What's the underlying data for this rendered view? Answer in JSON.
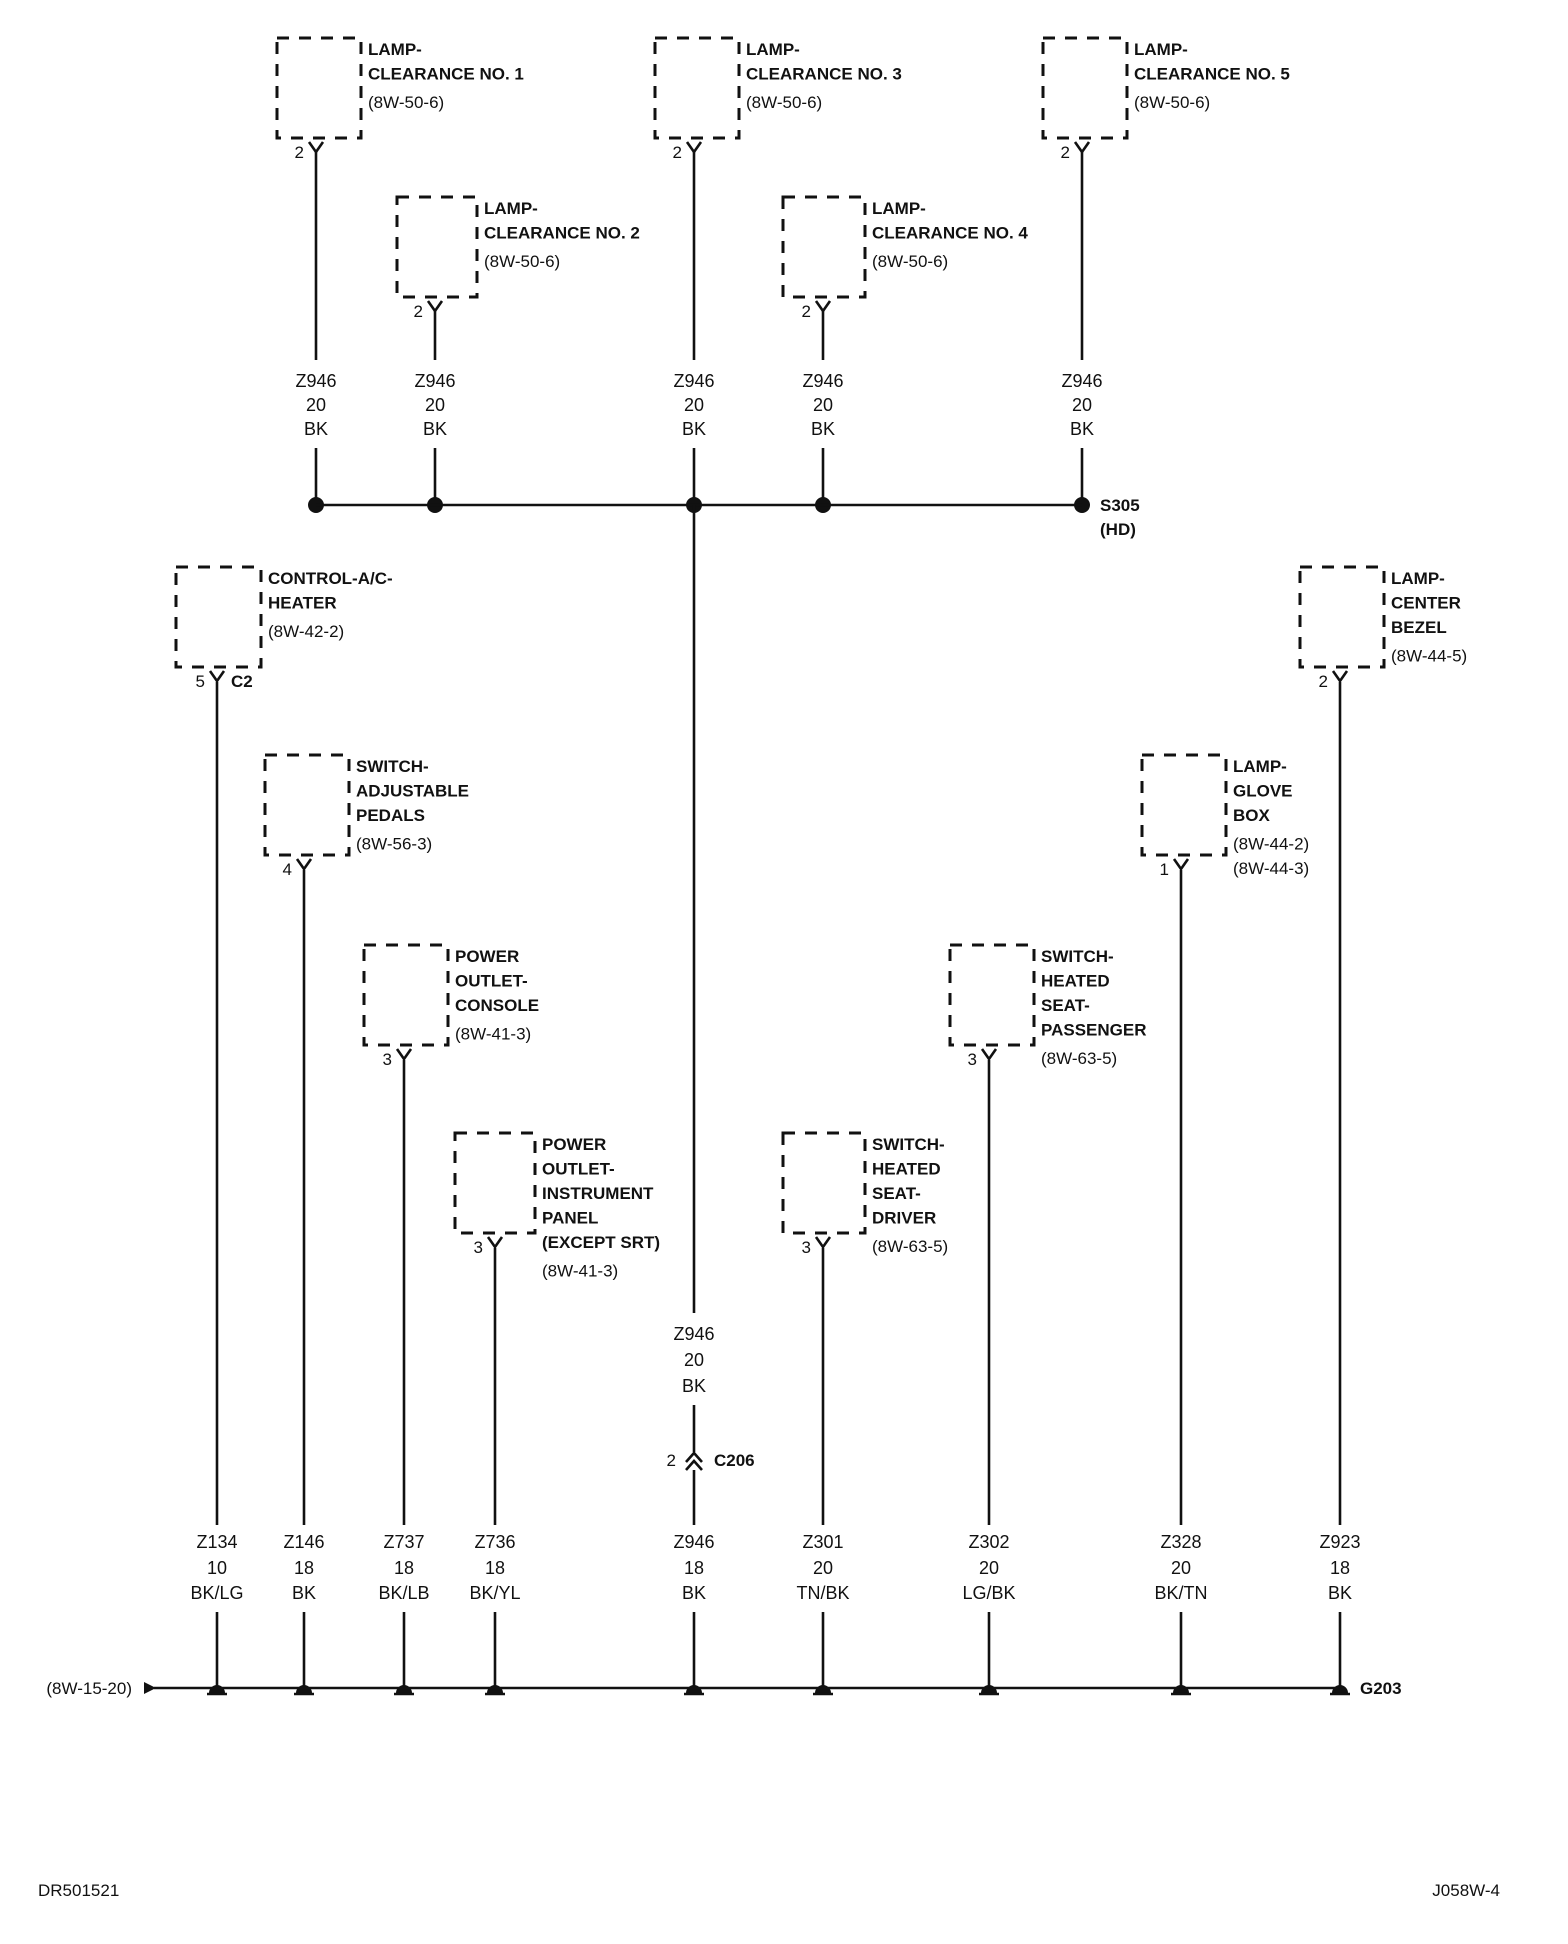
{
  "components": [
    {
      "id": "lamp-clearance-1",
      "lines": [
        "LAMP-",
        "CLEARANCE NO. 1"
      ],
      "refs": [
        "(8W-50-6)"
      ],
      "pin": "2",
      "connector": ""
    },
    {
      "id": "lamp-clearance-3",
      "lines": [
        "LAMP-",
        "CLEARANCE NO. 3"
      ],
      "refs": [
        "(8W-50-6)"
      ],
      "pin": "2",
      "connector": ""
    },
    {
      "id": "lamp-clearance-5",
      "lines": [
        "LAMP-",
        "CLEARANCE NO. 5"
      ],
      "refs": [
        "(8W-50-6)"
      ],
      "pin": "2",
      "connector": ""
    },
    {
      "id": "lamp-clearance-2",
      "lines": [
        "LAMP-",
        "CLEARANCE NO. 2"
      ],
      "refs": [
        "(8W-50-6)"
      ],
      "pin": "2",
      "connector": ""
    },
    {
      "id": "lamp-clearance-4",
      "lines": [
        "LAMP-",
        "CLEARANCE NO. 4"
      ],
      "refs": [
        "(8W-50-6)"
      ],
      "pin": "2",
      "connector": ""
    },
    {
      "id": "control-ac-heater",
      "lines": [
        "CONTROL-A/C-",
        "HEATER"
      ],
      "refs": [
        "(8W-42-2)"
      ],
      "pin": "5",
      "connector": "C2"
    },
    {
      "id": "lamp-center-bezel",
      "lines": [
        "LAMP-",
        "CENTER",
        "BEZEL"
      ],
      "refs": [
        "(8W-44-5)"
      ],
      "pin": "2",
      "connector": ""
    },
    {
      "id": "switch-adjustable-pedals",
      "lines": [
        "SWITCH-",
        "ADJUSTABLE",
        "PEDALS"
      ],
      "refs": [
        "(8W-56-3)"
      ],
      "pin": "4",
      "connector": ""
    },
    {
      "id": "lamp-glove-box",
      "lines": [
        "LAMP-",
        "GLOVE",
        "BOX"
      ],
      "refs": [
        "(8W-44-2)",
        "(8W-44-3)"
      ],
      "pin": "1",
      "connector": ""
    },
    {
      "id": "power-outlet-console",
      "lines": [
        "POWER",
        "OUTLET-",
        "CONSOLE"
      ],
      "refs": [
        "(8W-41-3)"
      ],
      "pin": "3",
      "connector": ""
    },
    {
      "id": "switch-heated-seat-passenger",
      "lines": [
        "SWITCH-",
        "HEATED",
        "SEAT-",
        "PASSENGER"
      ],
      "refs": [
        "(8W-63-5)"
      ],
      "pin": "3",
      "connector": ""
    },
    {
      "id": "power-outlet-instrument-panel",
      "lines": [
        "POWER",
        "OUTLET-",
        "INSTRUMENT",
        "PANEL",
        "(EXCEPT SRT)"
      ],
      "refs": [
        "(8W-41-3)"
      ],
      "pin": "3",
      "connector": ""
    },
    {
      "id": "switch-heated-seat-driver",
      "lines": [
        "SWITCH-",
        "HEATED",
        "SEAT-",
        "DRIVER"
      ],
      "refs": [
        "(8W-63-5)"
      ],
      "pin": "3",
      "connector": ""
    }
  ],
  "upper_wires": [
    {
      "circuit": "Z946",
      "gauge": "20",
      "color": "BK"
    },
    {
      "circuit": "Z946",
      "gauge": "20",
      "color": "BK"
    },
    {
      "circuit": "Z946",
      "gauge": "20",
      "color": "BK"
    },
    {
      "circuit": "Z946",
      "gauge": "20",
      "color": "BK"
    },
    {
      "circuit": "Z946",
      "gauge": "20",
      "color": "BK"
    }
  ],
  "splice": {
    "name": "S305",
    "note": "(HD)"
  },
  "inline_wire": {
    "circuit": "Z946",
    "gauge": "20",
    "color": "BK"
  },
  "inline_connector": {
    "pin": "2",
    "name": "C206"
  },
  "ground_wires": [
    {
      "circuit": "Z134",
      "gauge": "10",
      "color": "BK/LG"
    },
    {
      "circuit": "Z146",
      "gauge": "18",
      "color": "BK"
    },
    {
      "circuit": "Z737",
      "gauge": "18",
      "color": "BK/LB"
    },
    {
      "circuit": "Z736",
      "gauge": "18",
      "color": "BK/YL"
    },
    {
      "circuit": "Z946",
      "gauge": "18",
      "color": "BK"
    },
    {
      "circuit": "Z301",
      "gauge": "20",
      "color": "TN/BK"
    },
    {
      "circuit": "Z302",
      "gauge": "20",
      "color": "LG/BK"
    },
    {
      "circuit": "Z328",
      "gauge": "20",
      "color": "BK/TN"
    },
    {
      "circuit": "Z923",
      "gauge": "18",
      "color": "BK"
    }
  ],
  "ground": {
    "name": "G203",
    "source_ref": "(8W-15-20)"
  },
  "footer": {
    "left": "DR501521",
    "right": "J058W-4"
  }
}
